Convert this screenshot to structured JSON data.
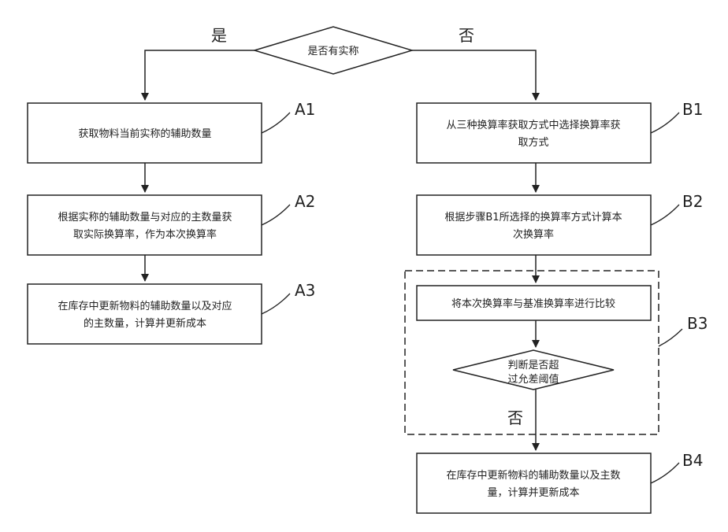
{
  "decision_main": {
    "text": "是否有实称",
    "yes": "是",
    "no": "否"
  },
  "left": {
    "a1": {
      "lines": [
        "获取物料当前实称的辅助数量"
      ],
      "tag": "A1"
    },
    "a2": {
      "lines": [
        "根据实称的辅助数量与对应的主数量获",
        "取实际换算率，作为本次换算率"
      ],
      "tag": "A2"
    },
    "a3": {
      "lines": [
        "在库存中更新物料的辅助数量以及对应",
        "的主数量，计算并更新成本"
      ],
      "tag": "A3"
    }
  },
  "right": {
    "b1": {
      "lines": [
        "从三种换算率获取方式中选择换算率获",
        "取方式"
      ],
      "tag": "B1"
    },
    "b2": {
      "lines": [
        "根据步骤B1所选择的换算率方式计算本",
        "次换算率"
      ],
      "tag": "B2"
    },
    "b3": {
      "tag": "B3",
      "compare": {
        "lines": [
          "将本次换算率与基准换算率进行比较"
        ]
      },
      "decision": {
        "lines": [
          "判断是否超",
          "过允差阈值"
        ]
      },
      "no": "否"
    },
    "b4": {
      "lines": [
        "在库存中更新物料的辅助数量以及主数",
        "量，计算并更新成本"
      ],
      "tag": "B4"
    }
  }
}
